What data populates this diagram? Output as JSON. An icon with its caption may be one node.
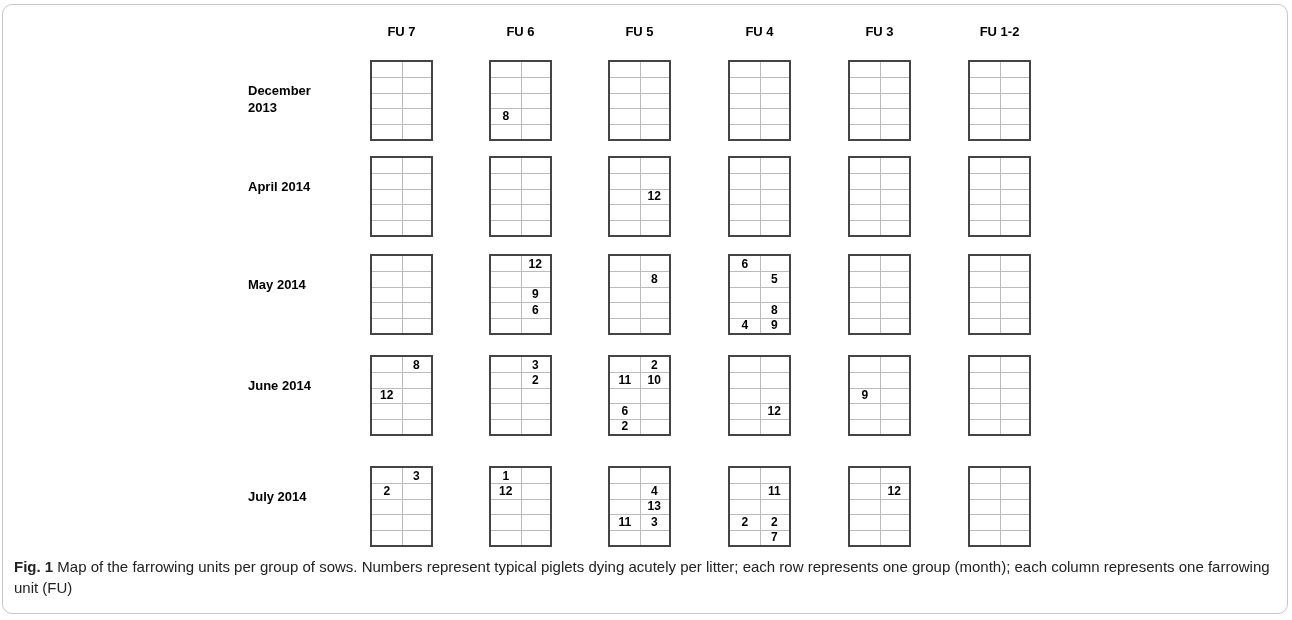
{
  "diagram": {
    "caption": "**Fig. 1** Map of the farrowing units per group of sows. Numbers represent typical piglets dying acutely per litter; each row represents one group (month); each column represents one farrowing unit (FU)",
    "nodes": [
      {
        "text": [],
        "shape": "box"
      },
      {
        "text": [
          "8"
        ]
      },
      {
        "text": [],
        "shape": "box"
      },
      {
        "text": [],
        "shape": "box"
      },
      {
        "text": [],
        "shape": "box"
      },
      {
        "text": [],
        "shape": "box"
      },
      {
        "text": [],
        "shape": "box"
      },
      {
        "text": [],
        "shape": "box"
      },
      {
        "text": [
          "12"
        ]
      },
      {
        "text": [],
        "shape": "box"
      },
      {
        "text": [],
        "shape": "box"
      },
      {
        "text": [],
        "shape": "box"
      },
      {
        "text": [],
        "shape": "box"
      },
      {
        "text": [
          "12",
          "9",
          "6"
        ]
      },
      {
        "text": [
          "8"
        ]
      },
      {
        "text": [
          "6",
          "5",
          "8",
          "4",
          "9"
        ]
      },
      {
        "text": [],
        "shape": "box"
      },
      {
        "text": [],
        "shape": "box"
      },
      {
        "text": [
          "8",
          "12"
        ]
      },
      {
        "text": [
          "3",
          "2"
        ]
      },
      {
        "text": [
          "2",
          "11",
          "10",
          "6",
          "2"
        ]
      },
      {
        "text": [
          "12"
        ]
      },
      {
        "text": [
          "9"
        ]
      },
      {
        "text": [],
        "shape": "box"
      },
      {
        "text": [
          "3",
          "2"
        ]
      },
      {
        "text": [
          "1",
          "12"
        ]
      },
      {
        "text": [
          "4",
          "13",
          "11",
          "3"
        ]
      },
      {
        "text": [
          "11",
          "2",
          "2",
          "7"
        ]
      },
      {
        "text": [
          "12"
        ]
      },
      {
        "text": [],
        "shape": "box"
      }
    ],
    "edges": [],
    "labels": [
      "FU 7",
      "FU 6",
      "FU 5",
      "FU 4",
      "FU 3",
      "FU 1-2",
      "December 2013",
      "April 2014",
      "May 2014",
      "June 2014",
      "July 2014"
    ]
  }
}
